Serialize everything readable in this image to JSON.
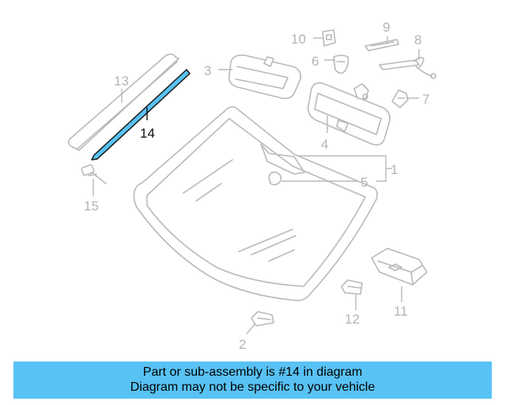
{
  "callouts": {
    "c1": "1",
    "c2": "2",
    "c3": "3",
    "c4": "4",
    "c5": "5",
    "c6": "6",
    "c7": "7",
    "c8": "8",
    "c9": "9",
    "c10": "10",
    "c11": "11",
    "c12": "12",
    "c13": "13",
    "c14": "14",
    "c15": "15"
  },
  "highlight": {
    "part_number": "14",
    "color": "#58c2f4"
  },
  "banner": {
    "line1": "Part or sub-assembly is #14 in diagram",
    "line2": "Diagram may not be specific to your vehicle",
    "background": "#58c2f4"
  }
}
